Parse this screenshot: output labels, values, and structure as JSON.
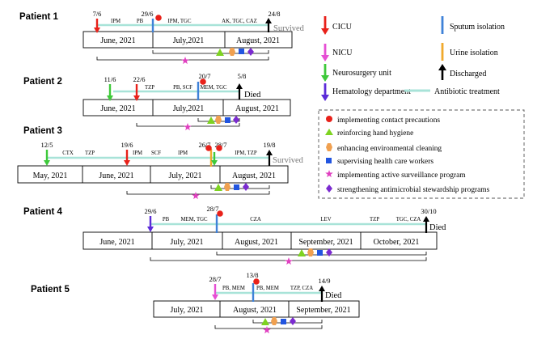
{
  "legend": {
    "events": [
      {
        "key": "cicu",
        "label": "CICU",
        "color": "#e8211a"
      },
      {
        "key": "nicu",
        "label": "NICU",
        "color": "#e64fd4"
      },
      {
        "key": "neuro",
        "label": "Neurosurgery unit",
        "color": "#3ec93a"
      },
      {
        "key": "hema",
        "label": "Hematology department",
        "color": "#5b2bd8"
      },
      {
        "key": "sputum",
        "label": "Sputum isolation",
        "color": "#3f82d8"
      },
      {
        "key": "urine",
        "label": "Urine isolation",
        "color": "#f0a92c"
      },
      {
        "key": "discharged",
        "label": "Discharged",
        "color": "#000000"
      },
      {
        "key": "antibiotic",
        "label": "Antibiotic treatment",
        "color": "#a8e3d8"
      }
    ],
    "measures": [
      {
        "key": "contact",
        "label": "implementing contact precautions",
        "color": "#e8211a",
        "shape": "circle"
      },
      {
        "key": "hygiene",
        "label": "reinforcing hand hygiene",
        "color": "#7ed321",
        "shape": "triangle"
      },
      {
        "key": "cleaning",
        "label": "enhancing environmental cleaning",
        "color": "#f0a050",
        "shape": "hexagon"
      },
      {
        "key": "supervising",
        "label": "supervising health care workers",
        "color": "#2255e0",
        "shape": "square"
      },
      {
        "key": "surveillance",
        "label": "implementing active surveillance program",
        "color": "#e040c0",
        "shape": "star"
      },
      {
        "key": "stewardship",
        "label": "strengthening antimicrobial stewardship programs",
        "color": "#7b2bd0",
        "shape": "diamond"
      }
    ]
  },
  "patients": [
    {
      "title": "Patient 1",
      "months": [
        "June, 2021",
        "July,2021",
        "August, 2021"
      ],
      "events": [
        {
          "date": "7/6",
          "type": "cicu"
        },
        {
          "date": "29/6",
          "type": "sputum",
          "contact": true
        },
        {
          "date": "24/8",
          "type": "discharged"
        }
      ],
      "antibiotics": [
        "IPM",
        "PB",
        "IPM, TGC",
        "AK, TGC, CAZ"
      ],
      "outcome": "Survived"
    },
    {
      "title": "Patient 2",
      "months": [
        "June, 2021",
        "July,2021",
        "August, 2021"
      ],
      "events": [
        {
          "date": "11/6",
          "type": "neuro"
        },
        {
          "date": "22/6",
          "type": "cicu"
        },
        {
          "date": "20/7",
          "type": "sputum",
          "contact": true
        },
        {
          "date": "5/8",
          "type": "discharged"
        }
      ],
      "antibiotics": [
        "TZP",
        "PB, SCF",
        "MEM, TGC"
      ],
      "outcome": "Died"
    },
    {
      "title": "Patient 3",
      "months": [
        "May, 2021",
        "June, 2021",
        "July, 2021",
        "August, 2021"
      ],
      "events": [
        {
          "date": "12/5",
          "type": "neuro"
        },
        {
          "date": "19/6",
          "type": "cicu"
        },
        {
          "date": "26/7",
          "type": "urine",
          "contact": true
        },
        {
          "date": "28/7",
          "type": "neuro",
          "contact": true
        },
        {
          "date": "19/8",
          "type": "discharged"
        }
      ],
      "antibiotics": [
        "CTX",
        "TZP",
        "IPM",
        "SCF",
        "IPM",
        "IPM, TZP"
      ],
      "outcome": "Survived"
    },
    {
      "title": "Patient 4",
      "months": [
        "June, 2021",
        "July, 2021",
        "August, 2021",
        "September, 2021",
        "October, 2021"
      ],
      "events": [
        {
          "date": "29/6",
          "type": "hema"
        },
        {
          "date": "28/7",
          "type": "sputum",
          "contact": true
        },
        {
          "date": "30/10",
          "type": "discharged"
        }
      ],
      "antibiotics": [
        "PB",
        "MEM, TGC",
        "CZA",
        "LEV",
        "TZP",
        "TGC, CZA"
      ],
      "outcome": "Died"
    },
    {
      "title": "Patient 5",
      "months": [
        "July, 2021",
        "August, 2021",
        "September, 2021"
      ],
      "events": [
        {
          "date": "28/7",
          "type": "nicu"
        },
        {
          "date": "13/8",
          "type": "sputum",
          "contact": true
        },
        {
          "date": "14/9",
          "type": "discharged"
        }
      ],
      "antibiotics": [
        "PB, MEM",
        "PB, MEM",
        "TZP, CZA"
      ],
      "outcome": "Died"
    }
  ]
}
